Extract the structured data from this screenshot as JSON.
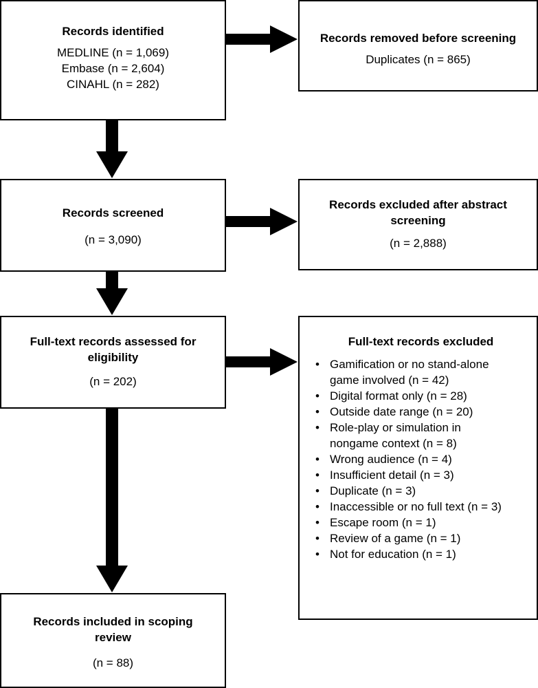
{
  "identified": {
    "title": "Records identified",
    "lines": [
      "MEDLINE (n = 1,069)",
      "Embase (n = 2,604)",
      "CINAHL (n = 282)"
    ]
  },
  "removed": {
    "title": "Records removed before screening",
    "lines": [
      "Duplicates (n = 865)"
    ]
  },
  "screened": {
    "title": "Records screened",
    "count": "(n = 3,090)"
  },
  "excluded_abstract": {
    "title_line1": "Records excluded after abstract",
    "title_line2": "screening",
    "count": "(n = 2,888)"
  },
  "fulltext": {
    "title_line1": "Full-text records assessed for",
    "title_line2": "eligibility",
    "count": "(n = 202)"
  },
  "fulltext_excluded": {
    "title": "Full-text records excluded",
    "bullet": "•",
    "items": [
      [
        "Gamification or no stand-alone",
        "game involved (n = 42)"
      ],
      [
        "Digital format only (n = 28)"
      ],
      [
        "Outside date range (n = 20)"
      ],
      [
        "Role-play or simulation in",
        "nongame context (n = 8)"
      ],
      [
        "Wrong audience (n = 4)"
      ],
      [
        "Insufficient detail (n = 3)"
      ],
      [
        "Duplicate (n = 3)"
      ],
      [
        "Inaccessible or no full text (n = 3)"
      ],
      [
        "Escape room (n = 1)"
      ],
      [
        "Review of a game (n = 1)"
      ],
      [
        "Not for education (n = 1)"
      ]
    ]
  },
  "included": {
    "title_line1": "Records included in scoping",
    "title_line2": "review",
    "count": "(n = 88)"
  }
}
